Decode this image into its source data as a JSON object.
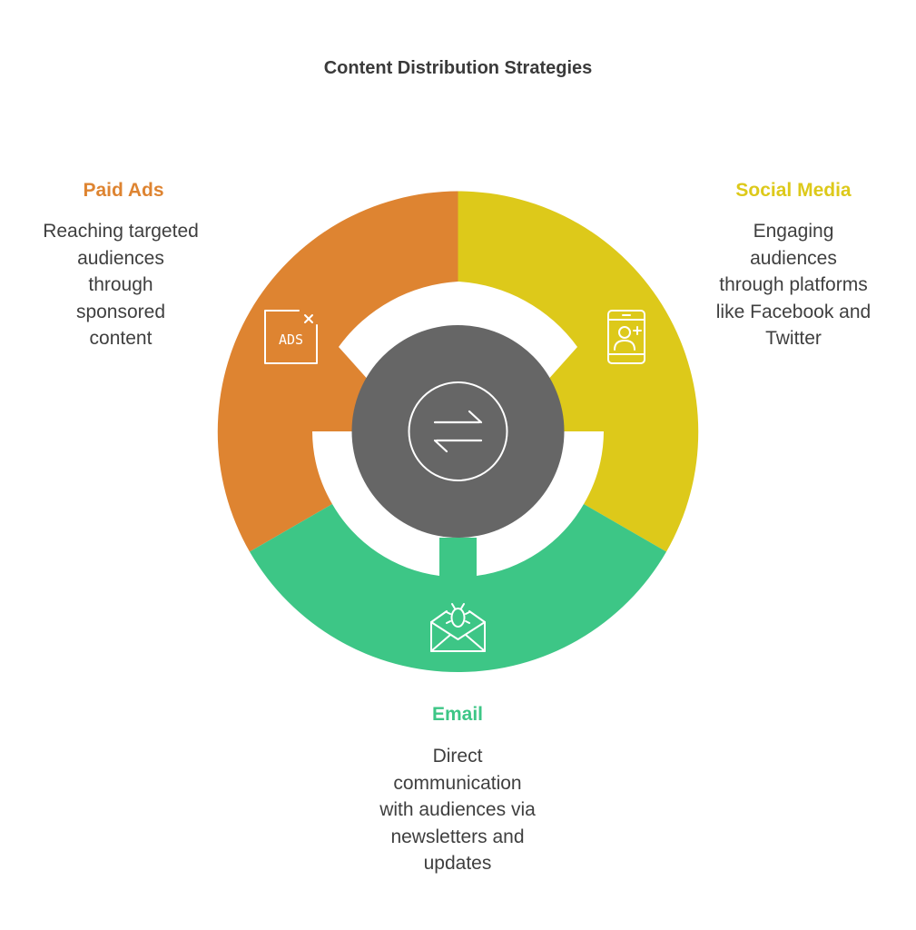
{
  "title": "Content Distribution Strategies",
  "center": {
    "icon": "swap-arrows-icon",
    "color": "#666666"
  },
  "segments": [
    {
      "key": "paid",
      "heading": "Paid Ads",
      "description_lines": [
        "Reaching targeted",
        "audiences",
        "through",
        "sponsored",
        "content"
      ],
      "color": "#DE8431",
      "icon": "ads-icon",
      "icon_text": "ADS"
    },
    {
      "key": "social",
      "heading": "Social Media",
      "description_lines": [
        "Engaging",
        "audiences",
        "through platforms",
        "like Facebook and",
        "Twitter"
      ],
      "color": "#DDC91A",
      "icon": "phone-add-user-icon"
    },
    {
      "key": "email",
      "heading": "Email",
      "description_lines": [
        "Direct",
        "communication",
        "with audiences via",
        "newsletters and",
        "updates"
      ],
      "color": "#3DC686",
      "icon": "envelope-bug-icon"
    }
  ]
}
